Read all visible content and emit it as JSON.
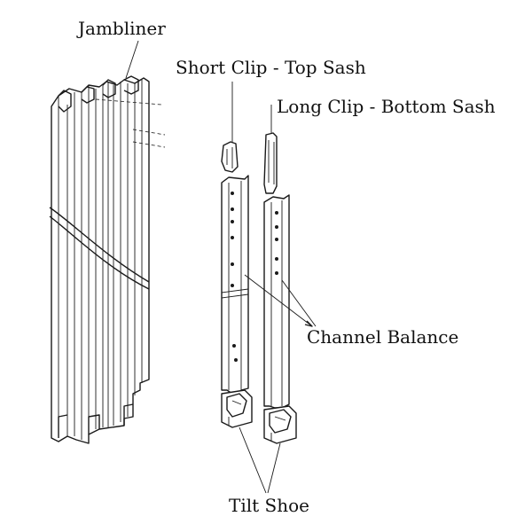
{
  "labels": {
    "jambliner": "Jambliner",
    "short_clip": "Short Clip - Top Sash",
    "long_clip": "Long Clip - Bottom Sash",
    "channel_balance": "Channel Balance",
    "tilt_shoe": "Tilt Shoe"
  },
  "colors": {
    "line": "#1a1a1a",
    "background": "#ffffff"
  }
}
